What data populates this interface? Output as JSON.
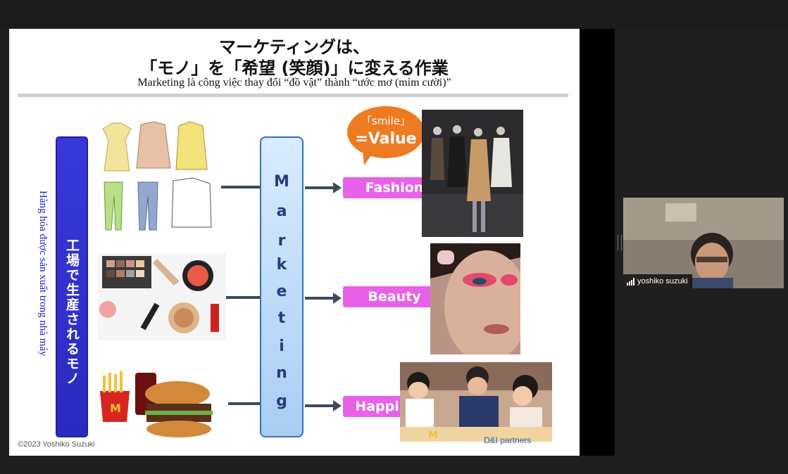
{
  "slide": {
    "title_line1": "マーケティングは、",
    "title_line2": "「モノ」を「希望 (笑顔)」に変える作業",
    "subtitle": "Marketing là công việc thay đổi “đồ vật” thành “ước mơ  (mỉm cười)”",
    "left_bar_text": "工場で生産されるモノ",
    "left_vertical_vn": "Hàng hóa được sản xuất trong nhà máy",
    "marketing_letters": [
      "M",
      "a",
      "r",
      "k",
      "e",
      "t",
      "i",
      "n",
      "g"
    ],
    "bubble_line1": "「smile」",
    "bubble_line2": "=Value",
    "outputs": [
      "Fashion",
      "Beauty",
      "Happiness"
    ],
    "copyright": "©2023 Yoshiko Suzuki",
    "logo_text": "D&I partners"
  },
  "video": {
    "participant_name": "yoshiko suzuki"
  },
  "colors": {
    "pink_box": "#e861e8",
    "blue_bar": "#2a2ac0",
    "bubble": "#ee7b22",
    "vn_text": "#2020c8"
  }
}
